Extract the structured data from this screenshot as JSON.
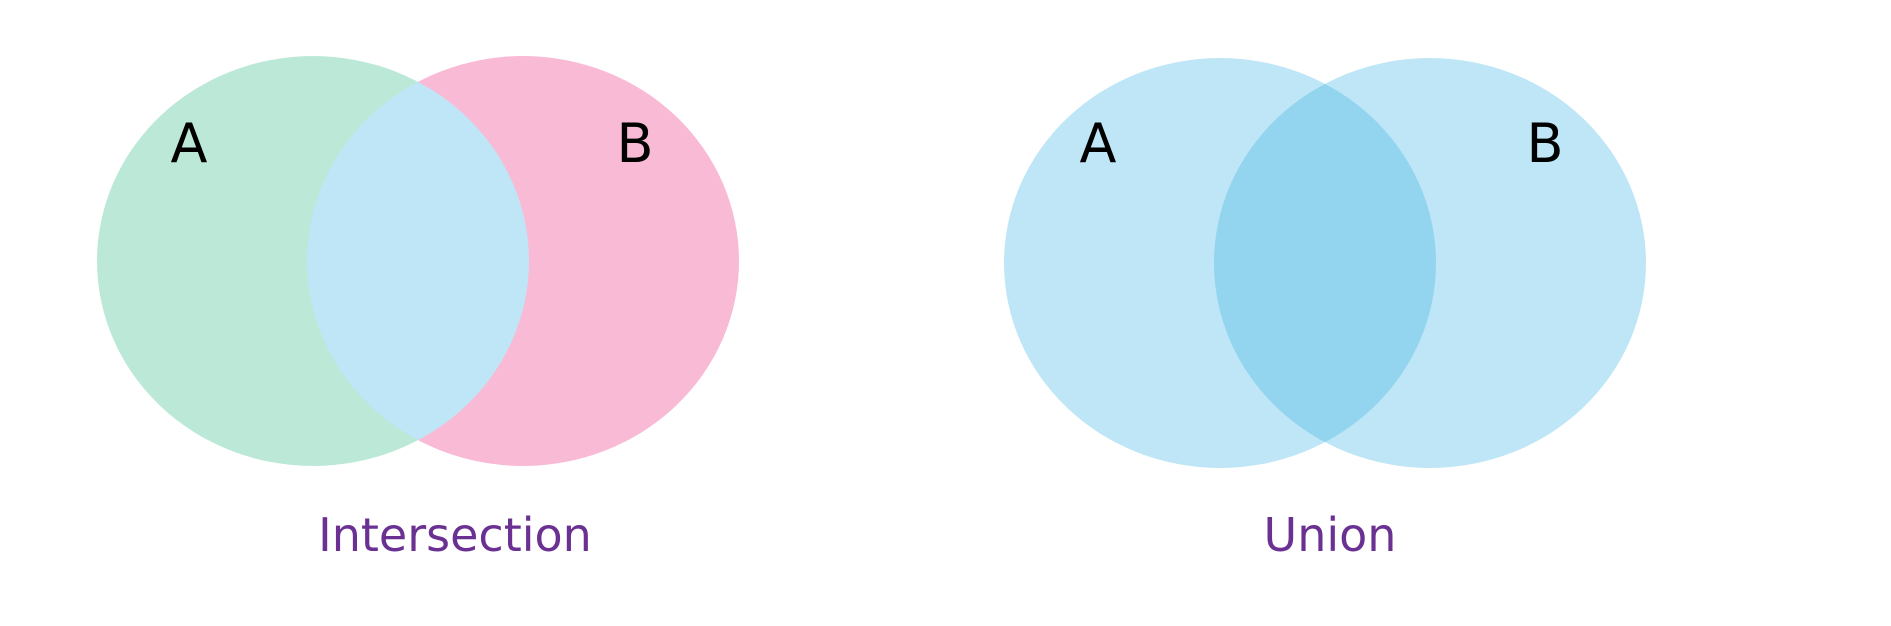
{
  "diagrams": [
    {
      "caption": "Intersection",
      "sets": [
        {
          "label": "A",
          "color": "#bce9d7"
        },
        {
          "label": "B",
          "color": "#f9bad5"
        }
      ],
      "overlap_color": "#bfe6f6"
    },
    {
      "caption": "Union",
      "sets": [
        {
          "label": "A",
          "color": "#bfe6f6"
        },
        {
          "label": "B",
          "color": "#bfe6f6"
        }
      ],
      "overlap_color": "#93d4ef"
    }
  ],
  "caption_color": "#6a3092"
}
